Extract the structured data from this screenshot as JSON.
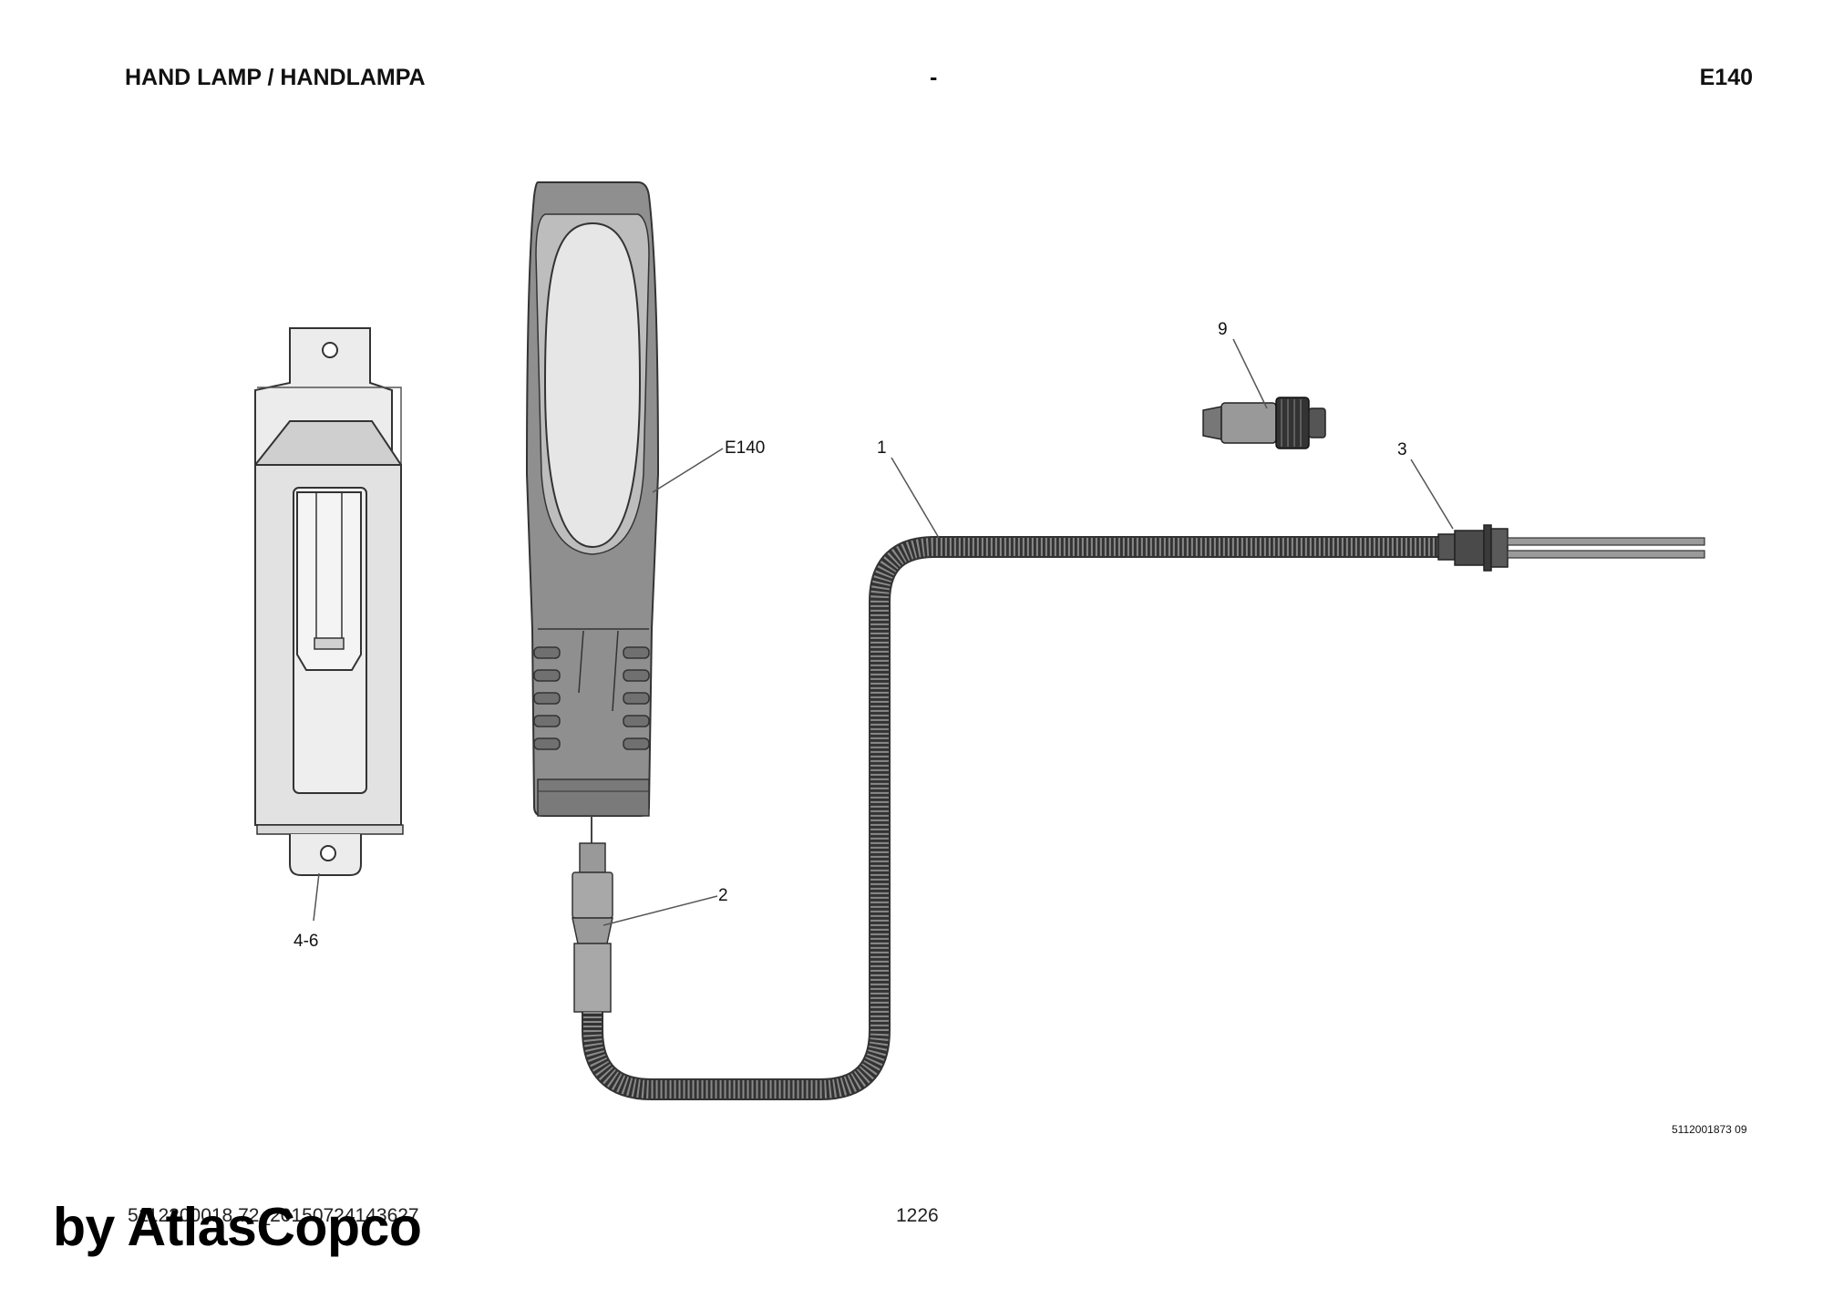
{
  "header": {
    "title": "HAND LAMP / HANDLAMPA",
    "separator": "-",
    "code": "E140"
  },
  "callouts": {
    "lamp": "E140",
    "cable": "1",
    "connector_lamp": "2",
    "connector_end": "3",
    "bracket": "4-6",
    "plug": "9"
  },
  "drawing_number": "5112001873 09",
  "footer": {
    "file_id": "5112200018 72_20150724143627",
    "page": "1226"
  },
  "watermark": "by AtlasCopco",
  "colors": {
    "lamp_body": "#8f8f8f",
    "lens": "#e6e6e6",
    "bracket": "#e4e4e4",
    "outline": "#333333",
    "cable": "#7a7a7a"
  }
}
